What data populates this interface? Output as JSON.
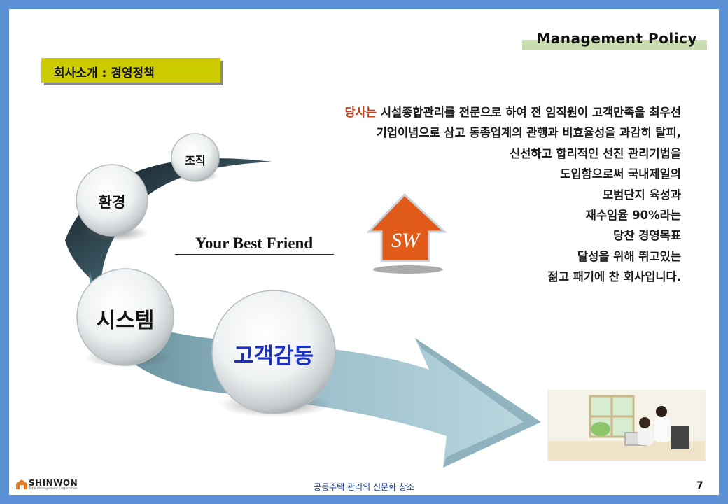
{
  "header": {
    "title": "Management Policy",
    "section": "회사소개 : 경영정책"
  },
  "description": {
    "highlight": "당사는",
    "lines": [
      " 시설종합관리를 전문으로 하여 전 임직원이 고객만족을 최우선",
      "기업이념으로 삼고 동종업계의 관행과 비효율성을 과감히 탈피,",
      "신선하고 합리적인 선진 관리기법을",
      "도입함으로써 국내제일의",
      "모범단지 육성과",
      "재수임율 90%라는",
      "당찬 경영목표",
      "달성을 위해 뛰고있는",
      "젊고 패기에 찬 회사입니다."
    ]
  },
  "diagram": {
    "circles": {
      "org": "조직",
      "env": "환경",
      "system": "시스템",
      "customer": "고객감동"
    },
    "slogan": "Your Best Friend",
    "customer_color": "#1a2fc4"
  },
  "logo": {
    "text": "SW",
    "color": "#e05a1a"
  },
  "footer": {
    "brand": "SHINWON",
    "brand_sub": "Total Management Corporation",
    "tagline": "공동주택 관리의 신문화 창조",
    "page": "7"
  }
}
